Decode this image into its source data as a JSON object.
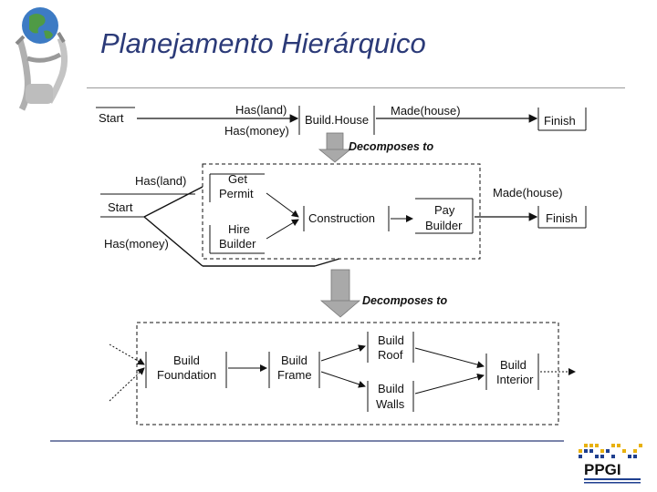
{
  "slide": {
    "title": "Planejamento Hierárquico"
  },
  "level1": {
    "start": "Start",
    "precond_land": "Has(land)",
    "precond_money": "Has(money)",
    "action": "Build.House",
    "effect": "Made(house)",
    "finish": "Finish"
  },
  "decompose_label_1": "Decomposes to",
  "level2": {
    "precond_land": "Has(land)",
    "start": "Start",
    "precond_money": "Has(money)",
    "get_permit_line1": "Get",
    "get_permit_line2": "Permit",
    "hire_builder_line1": "Hire",
    "hire_builder_line2": "Builder",
    "construction": "Construction",
    "pay_builder_line1": "Pay",
    "pay_builder_line2": "Builder",
    "effect": "Made(house)",
    "finish": "Finish"
  },
  "decompose_label_2": "Decomposes to",
  "level3": {
    "foundation_line1": "Build",
    "foundation_line2": "Foundation",
    "frame_line1": "Build",
    "frame_line2": "Frame",
    "roof_line1": "Build",
    "roof_line2": "Roof",
    "walls_line1": "Build",
    "walls_line2": "Walls",
    "interior_line1": "Build",
    "interior_line2": "Interior"
  },
  "footer_logo": {
    "name": "PPGI"
  },
  "colors": {
    "title": "#2b3a78",
    "arrow_fill": "#a9a9a9",
    "ppgi_blue": "#1f3f8f",
    "ppgi_yellow": "#e8b10c"
  }
}
